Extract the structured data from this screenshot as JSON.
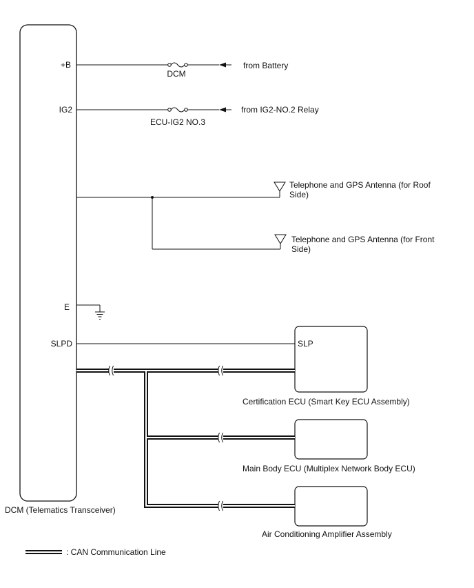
{
  "dcm": {
    "title": "DCM (Telematics Transceiver)",
    "pins": {
      "b": "+B",
      "ig2": "IG2",
      "e": "E",
      "slpd": "SLPD"
    }
  },
  "fuses": {
    "dcm": "DCM",
    "ecu_ig2": "ECU-IG2 NO.3"
  },
  "sources": {
    "battery": "from Battery",
    "ig2_relay": "from IG2-NO.2 Relay"
  },
  "antennas": {
    "roof": {
      "line1": "Telephone and GPS Antenna (for Roof",
      "line2": "Side)"
    },
    "front": {
      "line1": "Telephone and GPS Antenna (for Front",
      "line2": "Side)"
    }
  },
  "ecus": {
    "certification": {
      "pin": "SLP",
      "label": "Certification ECU (Smart Key ECU Assembly)"
    },
    "main_body": {
      "label": "Main Body ECU (Multiplex Network Body ECU)"
    },
    "air_conditioning": {
      "label": "Air Conditioning Amplifier Assembly"
    }
  },
  "legend": {
    "can_label": ": CAN Communication Line"
  }
}
